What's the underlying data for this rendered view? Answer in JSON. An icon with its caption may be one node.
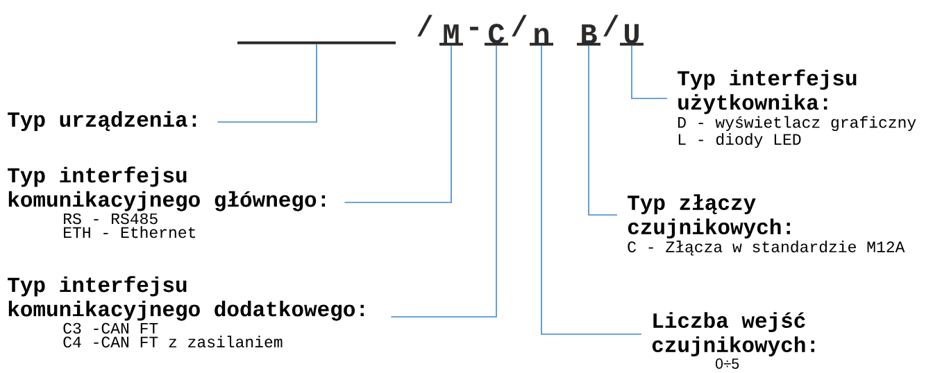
{
  "diagram": {
    "nodes": [
      {
        "text": [],
        "shape": "bar"
      },
      {
        "text": [
          "M"
        ]
      },
      {
        "text": [
          "C"
        ]
      },
      {
        "text": [
          "n"
        ]
      },
      {
        "text": [
          "B"
        ]
      },
      {
        "text": [
          "U"
        ]
      },
      {
        "text": [
          "Typ urządzenia:"
        ]
      },
      {
        "text": [
          "Typ interfejsu użytkownika:",
          "D - wyświetlacz graficzny",
          "L - diody LED"
        ]
      },
      {
        "text": [
          "Typ interfejsu komunikacyjnego głównego:",
          "RS - RS485",
          "ETH - Ethernet"
        ]
      },
      {
        "text": [
          "Typ złączy czujnikowych:",
          "C - Złącza w standardzie M12A"
        ]
      },
      {
        "text": [
          "Typ interfejsu komunikacyjnego dodatkowego:",
          "C3 -CAN FT",
          "C4 -CAN FT z zasilaniem"
        ]
      },
      {
        "text": [
          "Liczba wejść czujnikowych:",
          "0÷5"
        ]
      }
    ],
    "edges": [
      {
        "from": 6,
        "to": 0,
        "arrow": "none"
      },
      {
        "from": 8,
        "to": 1,
        "arrow": "none"
      },
      {
        "from": 10,
        "to": 2,
        "arrow": "none"
      },
      {
        "from": 11,
        "to": 3,
        "arrow": "none"
      },
      {
        "from": 9,
        "to": 4,
        "arrow": "none"
      },
      {
        "from": 7,
        "to": 5,
        "arrow": "none"
      }
    ],
    "labels": [
      "/",
      "-",
      "/",
      "/"
    ]
  }
}
